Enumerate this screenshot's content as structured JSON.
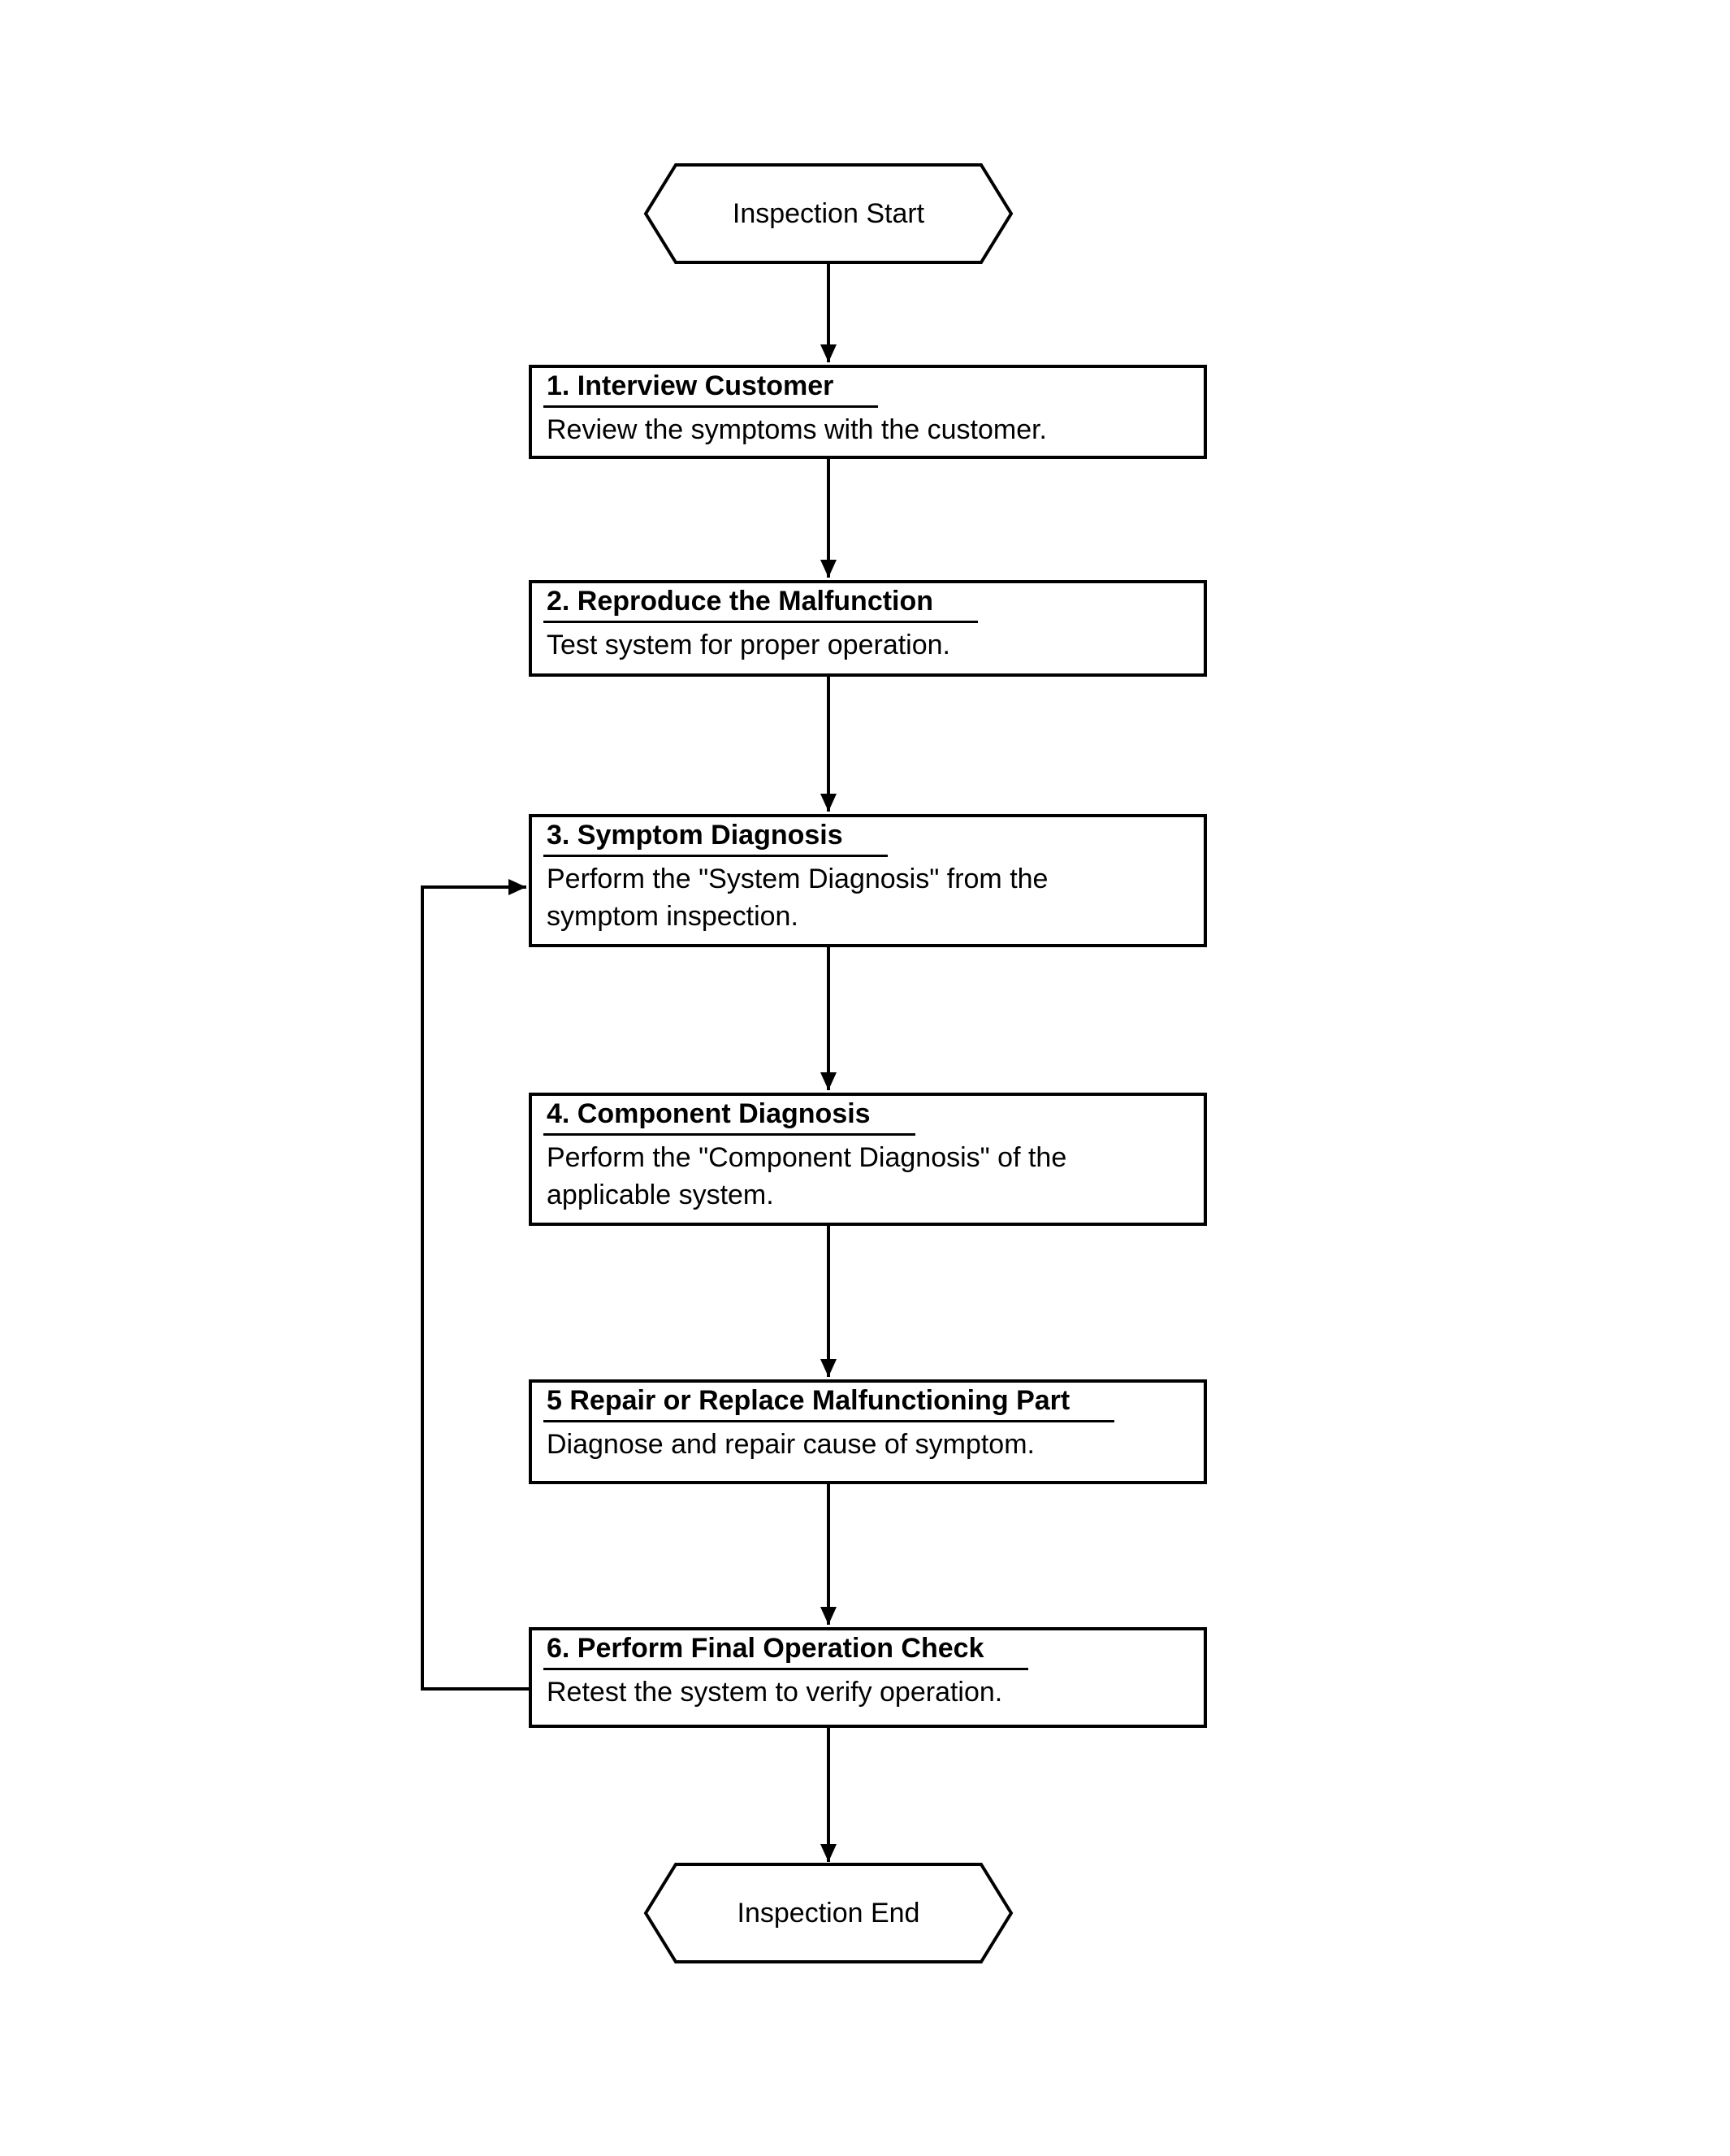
{
  "diagram": {
    "title_hint": "Inspection flow diagram",
    "start_label": "Inspection Start",
    "end_label": "Inspection End",
    "steps": [
      {
        "title": "1. Interview Customer",
        "lines": [
          "Review the symptoms with the customer."
        ]
      },
      {
        "title": "2. Reproduce the Malfunction",
        "lines": [
          "Test system for proper operation."
        ]
      },
      {
        "title": "3. Symptom Diagnosis",
        "lines": [
          "Perform the \"System Diagnosis\" from the",
          "symptom inspection."
        ]
      },
      {
        "title": "4. Component Diagnosis",
        "lines": [
          "Perform the \"Component Diagnosis\" of the",
          "applicable system."
        ]
      },
      {
        "title": "5 Repair or Replace Malfunctioning Part",
        "lines": [
          "Diagnose and repair cause of symptom."
        ]
      },
      {
        "title": "6. Perform Final Operation Check",
        "lines": [
          "Retest the system to verify operation."
        ]
      }
    ],
    "colors": {
      "ink": "#000000",
      "paper": "#ffffff"
    }
  }
}
